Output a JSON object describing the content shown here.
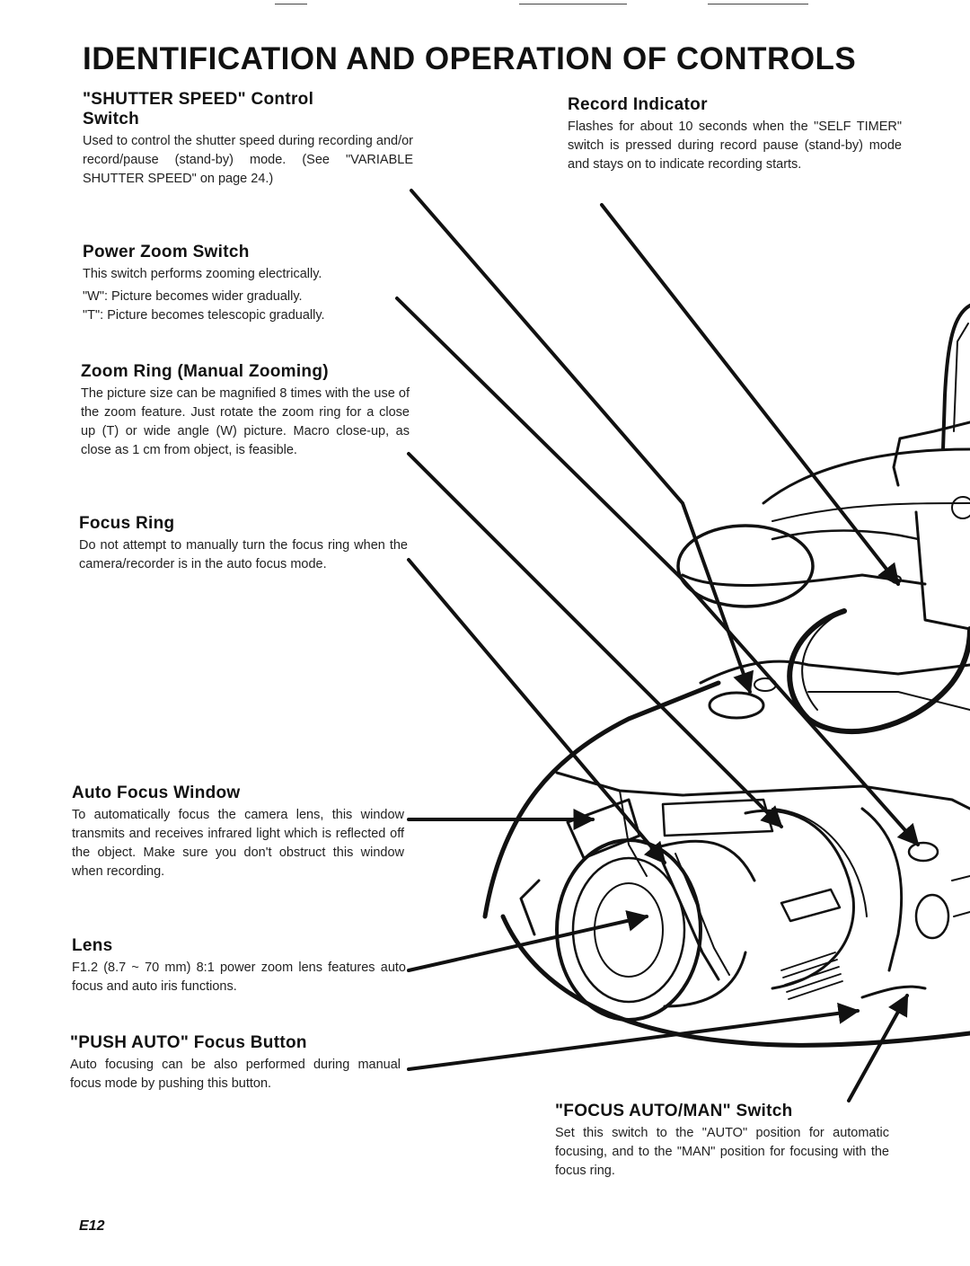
{
  "page": {
    "title": "IDENTIFICATION AND OPERATION OF CONTROLS",
    "page_number": "E12"
  },
  "sections": {
    "shutter_speed": {
      "heading": "\"SHUTTER SPEED\" Control Switch",
      "body": "Used to control the shutter speed during recording and/or record/pause (stand-by) mode. (See \"VARIABLE SHUTTER SPEED\" on page 24.)"
    },
    "power_zoom": {
      "heading": "Power Zoom Switch",
      "body": "This switch performs zooming electrically.",
      "note_w": "\"W\": Picture becomes wider gradually.",
      "note_t": "\"T\": Picture becomes telescopic gradually."
    },
    "zoom_ring": {
      "heading": "Zoom Ring (Manual Zooming)",
      "body": "The picture size can be magnified 8 times with the use of the zoom feature. Just rotate the zoom ring for a close up (T) or wide angle (W) picture. Macro close-up, as close as 1 cm from object, is feasible."
    },
    "focus_ring": {
      "heading": "Focus Ring",
      "body": "Do not attempt to manually turn the focus ring when the camera/recorder is in the auto focus mode."
    },
    "auto_focus_window": {
      "heading": "Auto Focus Window",
      "body": "To automatically focus the camera lens, this window transmits and receives infrared light which is reflected off the object. Make sure you don't obstruct this window when recording."
    },
    "lens": {
      "heading": "Lens",
      "body": "F1.2 (8.7 ~ 70 mm) 8:1 power zoom lens features auto focus and auto iris functions."
    },
    "push_auto": {
      "heading": "\"PUSH AUTO\" Focus Button",
      "body": "Auto focusing can be also performed during manual focus mode by pushing this button."
    },
    "record_indicator": {
      "heading": "Record Indicator",
      "body": "Flashes for about 10 seconds when the \"SELF TIMER\" switch is pressed during record pause (stand-by) mode and stays on to indicate recording starts."
    },
    "focus_auto_man": {
      "heading": "\"FOCUS AUTO/MAN\" Switch",
      "body": "Set this switch to the \"AUTO\" position for automatic focusing, and to the \"MAN\" position for focusing with the focus ring."
    }
  }
}
